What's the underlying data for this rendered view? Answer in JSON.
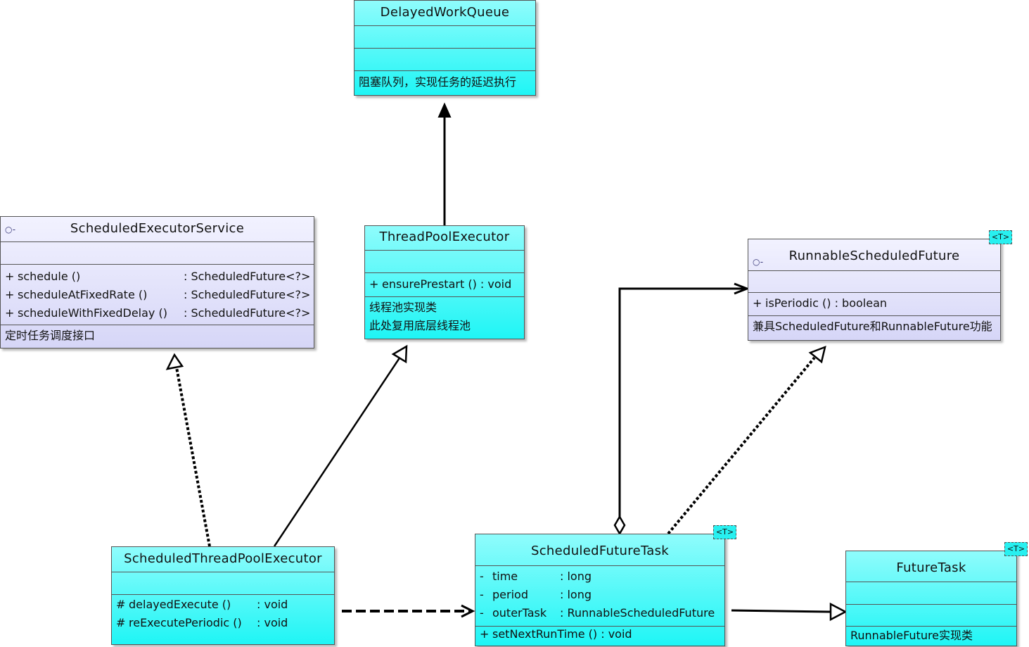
{
  "classes": {
    "delayed_work_queue": {
      "name": "DelayedWorkQueue",
      "note": "阻塞队列，实现任务的延迟执行"
    },
    "scheduled_executor_service": {
      "name": "ScheduledExecutorService",
      "icon": "interface-icon",
      "methods": [
        {
          "vis": "+",
          "name": "schedule ()",
          "type": ": ScheduledFuture<?>"
        },
        {
          "vis": "+",
          "name": "scheduleAtFixedRate ()",
          "type": ": ScheduledFuture<?>"
        },
        {
          "vis": "+",
          "name": "scheduleWithFixedDelay ()",
          "type": ": ScheduledFuture<?>"
        }
      ],
      "note": "定时任务调度接口"
    },
    "thread_pool_executor": {
      "name": "ThreadPoolExecutor",
      "methods": [
        {
          "vis": "+",
          "name": "ensurePrestart ()",
          "type": ": void"
        }
      ],
      "note_lines": [
        "线程池实现类",
        "此处复用底层线程池"
      ]
    },
    "runnable_scheduled_future": {
      "name": "RunnableScheduledFuture",
      "icon": "interface-icon",
      "type_param": "<T>",
      "methods": [
        {
          "vis": "+",
          "name": "isPeriodic ()",
          "type": ": boolean"
        }
      ],
      "note": "兼具ScheduledFuture和RunnableFuture功能"
    },
    "scheduled_thread_pool_executor": {
      "name": "ScheduledThreadPoolExecutor",
      "methods": [
        {
          "vis": "#",
          "name": "delayedExecute ()",
          "type": ": void"
        },
        {
          "vis": "#",
          "name": "reExecutePeriodic ()",
          "type": ": void"
        }
      ]
    },
    "scheduled_future_task": {
      "name": "ScheduledFutureTask",
      "type_param": "<T>",
      "attributes": [
        {
          "vis": "-",
          "name": "time",
          "type": ": long"
        },
        {
          "vis": "-",
          "name": "period",
          "type": ": long"
        },
        {
          "vis": "-",
          "name": "outerTask",
          "type": ": RunnableScheduledFuture"
        }
      ],
      "methods": [
        {
          "vis": "+",
          "name": "setNextRunTime ()",
          "type": ": void"
        }
      ]
    },
    "future_task": {
      "name": "FutureTask",
      "type_param": "<T>",
      "note": "RunnableFuture实现类"
    }
  },
  "colors": {
    "interface_fill": "#dcdcf8",
    "class_fill": "#2cf4f4",
    "edge": "#000000"
  }
}
